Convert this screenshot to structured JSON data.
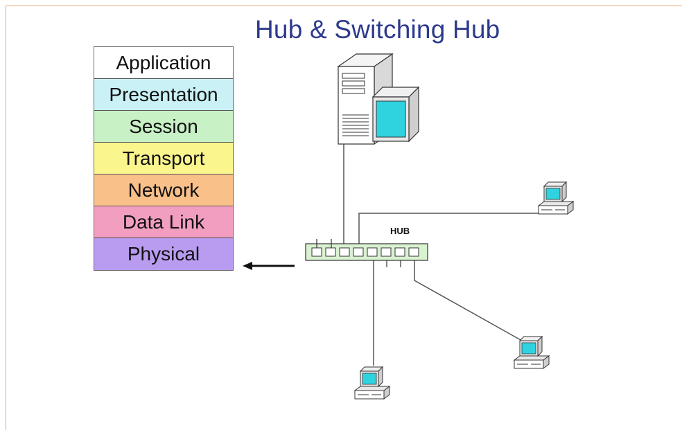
{
  "title": "Hub & Switching Hub",
  "osi_layers": [
    {
      "label": "Application",
      "color": "#ffffff"
    },
    {
      "label": "Presentation",
      "color": "#c9f1f6"
    },
    {
      "label": "Session",
      "color": "#c8f1c5"
    },
    {
      "label": "Transport",
      "color": "#fbf58e"
    },
    {
      "label": "Network",
      "color": "#f9c08a"
    },
    {
      "label": "Data Link",
      "color": "#f29ec0"
    },
    {
      "label": "Physical",
      "color": "#b99bf0"
    }
  ],
  "hub_label": "HUB",
  "colors": {
    "title": "#2d3a8c",
    "hub_body": "#d9f2d0",
    "screen": "#2fd3e0",
    "frame_border": "#e8a16a"
  },
  "icons": [
    "server-icon",
    "monitor-icon",
    "workstation-icon",
    "hub-icon",
    "arrow-left-icon"
  ]
}
